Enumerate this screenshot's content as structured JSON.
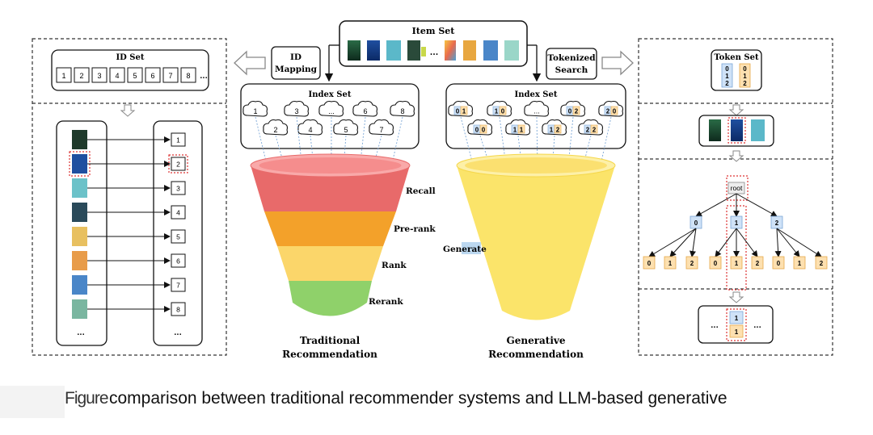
{
  "item_set": {
    "title": "Item Set",
    "ellipsis": "..."
  },
  "id_mapping": {
    "label_line1": "ID",
    "label_line2": "Mapping"
  },
  "tokenized_search": {
    "label_line1": "Tokenized",
    "label_line2": "Search"
  },
  "id_set": {
    "title": "ID Set",
    "ids": [
      "1",
      "2",
      "3",
      "4",
      "5",
      "6",
      "7",
      "8"
    ],
    "ellipsis": "..."
  },
  "id_list": {
    "ids": [
      "1",
      "2",
      "3",
      "4",
      "5",
      "6",
      "7",
      "8"
    ],
    "ellipsis": "..."
  },
  "index_set_left": {
    "title": "Index Set",
    "top_clouds": [
      "1",
      "3",
      "...",
      "6",
      "8"
    ],
    "bottom_clouds": [
      "2",
      "4",
      "5",
      "7"
    ]
  },
  "index_set_right": {
    "title": "Index Set",
    "top_clouds": [
      [
        "0",
        "1"
      ],
      [
        "1",
        "0"
      ],
      [
        "...",
        ""
      ],
      [
        "0",
        "2"
      ],
      [
        "2",
        "0"
      ]
    ],
    "bottom_clouds": [
      [
        "0",
        "0"
      ],
      [
        "1",
        "1"
      ],
      [
        "1",
        "2"
      ],
      [
        "2",
        "2"
      ]
    ]
  },
  "funnel_left": {
    "stages": [
      "Recall",
      "Pre-rank",
      "Rank",
      "Rerank"
    ],
    "caption_line1": "Traditional",
    "caption_line2": "Recommendation"
  },
  "funnel_right": {
    "stage_label": "Generate",
    "caption_line1": "Generative",
    "caption_line2": "Recommendation"
  },
  "token_set": {
    "title": "Token Set",
    "col1": [
      "0",
      "1",
      "2"
    ],
    "col2": [
      "0",
      "1",
      "2"
    ]
  },
  "tree": {
    "root": "root",
    "level1": [
      "0",
      "1",
      "2"
    ],
    "leaves": [
      "0",
      "1",
      "2",
      "0",
      "1",
      "2",
      "0",
      "1",
      "2"
    ]
  },
  "result": {
    "tokens": [
      "1",
      "1"
    ],
    "ellipsis_left": "...",
    "ellipsis_right": "..."
  },
  "caption": {
    "prefix": "Figure",
    "text": "comparison between traditional recommender systems and LLM-based generative"
  },
  "colors": {
    "recall": "#e86a6a",
    "prerank": "#f3a12a",
    "rank": "#fbd66a",
    "rerank": "#8fd16a",
    "generative": "#fbe46a",
    "blue_token": "#cfe2f7",
    "orange_token": "#fde0b0"
  }
}
